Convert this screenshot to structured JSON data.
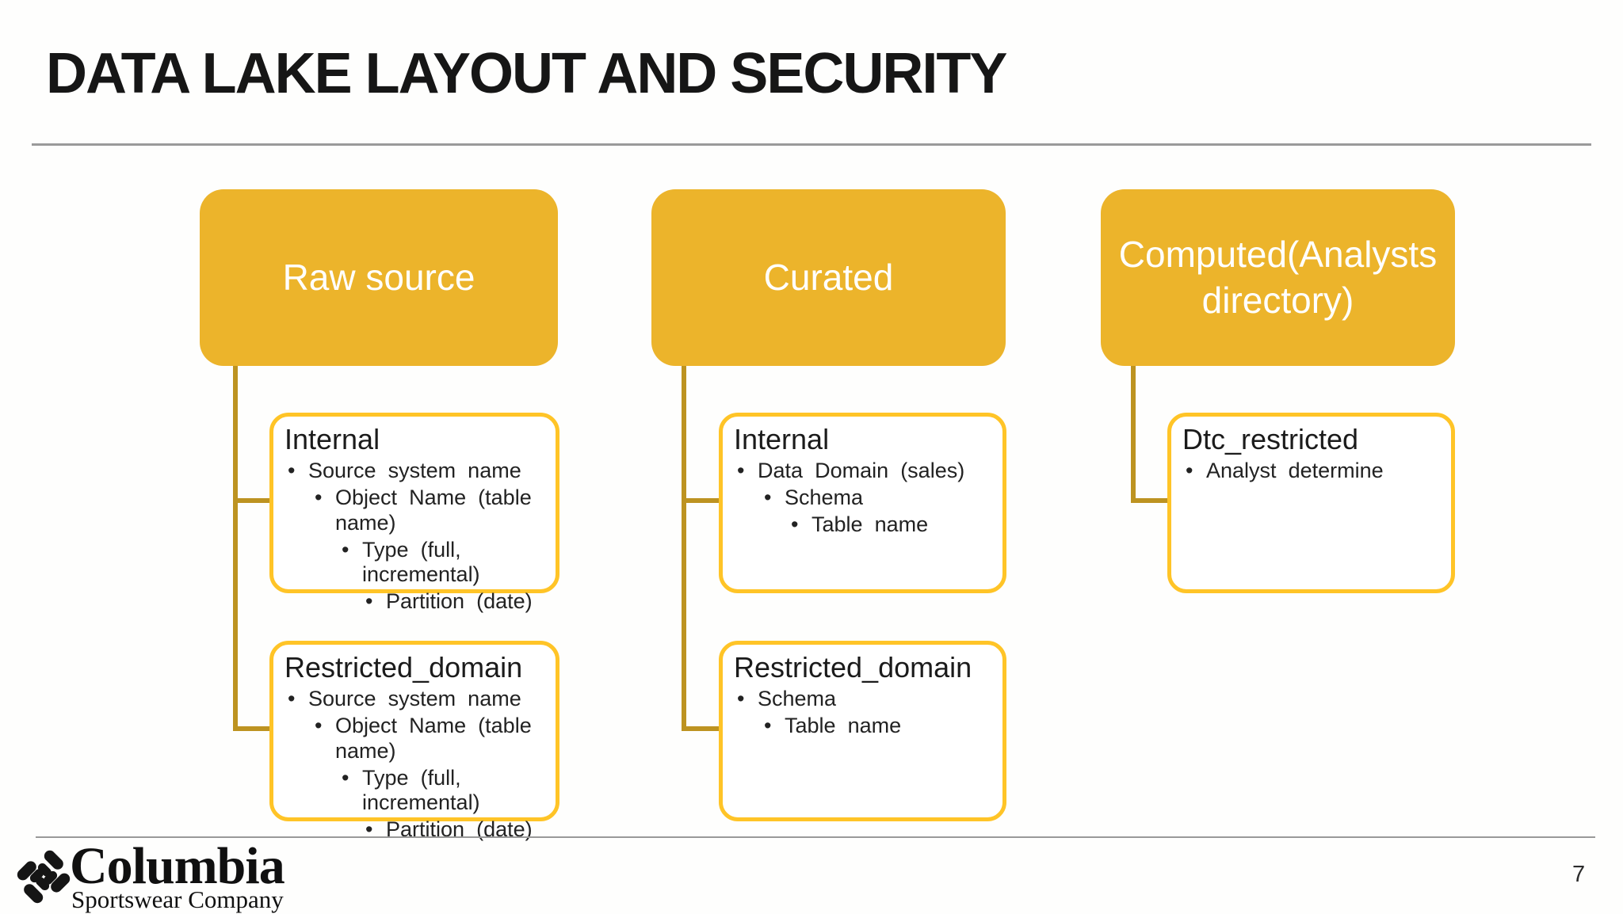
{
  "slide": {
    "title": "DATA LAKE LAYOUT AND SECURITY",
    "page_number": "7"
  },
  "footer": {
    "logo_primary": "Columbia",
    "logo_secondary": "Sportswear Company"
  },
  "colors": {
    "parent_fill": "#ecb42b",
    "child_border": "#ffc427",
    "connector": "#bd9321",
    "separator_gray": "#9a9a9a"
  },
  "diagram": {
    "bullet_char": "•",
    "columns": [
      {
        "parent_label": "Raw source",
        "children": [
          {
            "title": "Internal",
            "bullets": [
              {
                "level": 1,
                "text": "Source system name"
              },
              {
                "level": 2,
                "text": "Object Name (table name)"
              },
              {
                "level": 3,
                "text": "Type (full, incremental)"
              },
              {
                "level": 4,
                "text": "Partition (date)"
              }
            ]
          },
          {
            "title": "Restricted_domain",
            "bullets": [
              {
                "level": 1,
                "text": "Source system name"
              },
              {
                "level": 2,
                "text": "Object Name (table name)"
              },
              {
                "level": 3,
                "text": "Type (full, incremental)"
              },
              {
                "level": 4,
                "text": "Partition (date)"
              }
            ]
          }
        ]
      },
      {
        "parent_label": "Curated",
        "children": [
          {
            "title": "Internal",
            "bullets": [
              {
                "level": 1,
                "text": "Data Domain (sales)"
              },
              {
                "level": 2,
                "text": "Schema"
              },
              {
                "level": 3,
                "text": "Table name"
              }
            ]
          },
          {
            "title": "Restricted_domain",
            "bullets": [
              {
                "level": 1,
                "text": "Schema"
              },
              {
                "level": 2,
                "text": "Table name"
              }
            ]
          }
        ]
      },
      {
        "parent_label": "Computed(Analysts directory)",
        "children": [
          {
            "title": "Dtc_restricted",
            "bullets": [
              {
                "level": 1,
                "text": "Analyst determine"
              }
            ]
          }
        ]
      }
    ]
  }
}
